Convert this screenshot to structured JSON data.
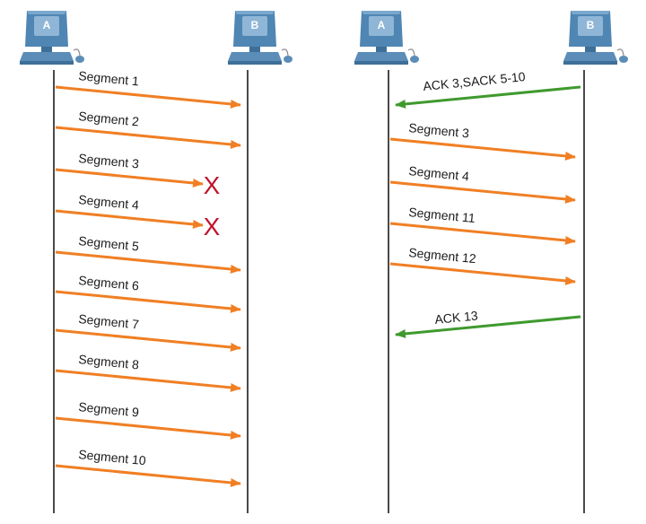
{
  "left": {
    "host_a": "A",
    "host_b": "B",
    "segments": [
      {
        "label": "Segment 1",
        "lost": false
      },
      {
        "label": "Segment 2",
        "lost": false
      },
      {
        "label": "Segment 3",
        "lost": true
      },
      {
        "label": "Segment 4",
        "lost": true
      },
      {
        "label": "Segment 5",
        "lost": false
      },
      {
        "label": "Segment 6",
        "lost": false
      },
      {
        "label": "Segment 7",
        "lost": false
      },
      {
        "label": "Segment 8",
        "lost": false
      },
      {
        "label": "Segment 9",
        "lost": false
      },
      {
        "label": "Segment 10",
        "lost": false
      }
    ],
    "lost_marker": "X"
  },
  "right": {
    "host_a": "A",
    "host_b": "B",
    "messages": [
      {
        "label": "ACK 3,SACK 5-10",
        "direction": "B-to-A"
      },
      {
        "label": "Segment 3",
        "direction": "A-to-B"
      },
      {
        "label": "Segment 4",
        "direction": "A-to-B"
      },
      {
        "label": "Segment 11",
        "direction": "A-to-B"
      },
      {
        "label": "Segment 12",
        "direction": "A-to-B"
      },
      {
        "label": "ACK 13",
        "direction": "B-to-A"
      }
    ]
  },
  "colors": {
    "segment_arrow": "#f07f24",
    "ack_arrow": "#3f9a2e",
    "timeline": "#4a4a4a",
    "lost_marker": "#c0142c",
    "host_body": "#5b8db8",
    "host_screen": "#8fb6d6"
  },
  "icons": {
    "host": "computer-icon"
  }
}
